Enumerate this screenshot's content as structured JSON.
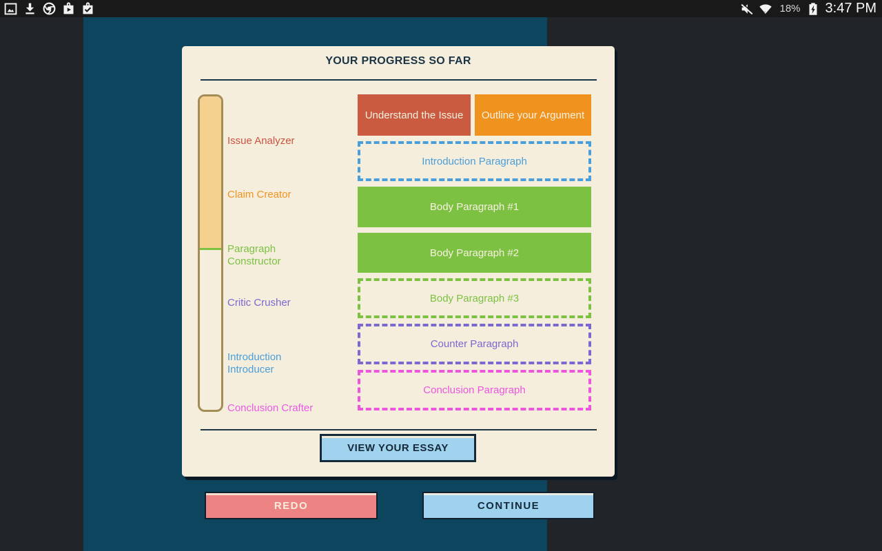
{
  "status_bar": {
    "time": "3:47 PM",
    "battery_percent": "18%",
    "left_icons": [
      "gallery-icon",
      "download-icon",
      "chrome-icon",
      "play-store-icon",
      "checked-bag-icon"
    ],
    "right_icons": [
      "mute-icon",
      "wifi-icon",
      "battery-charging-icon"
    ]
  },
  "progress_card": {
    "title": "YOUR PROGRESS SO FAR",
    "milestones": [
      {
        "label": "Issue Analyzer",
        "color": "#cb5340"
      },
      {
        "label": "Claim Creator",
        "color": "#f0921e"
      },
      {
        "label": "Paragraph Constructor",
        "color": "#7cc142"
      },
      {
        "label": "Critic Crusher",
        "color": "#7b68d0"
      },
      {
        "label": "Introduction Introducer",
        "color": "#4a9ed9"
      },
      {
        "label": "Conclusion Crafter",
        "color": "#ea5ae2"
      }
    ],
    "steps": [
      {
        "label": "Understand the Issue",
        "state": "complete",
        "color": "#cb5b40"
      },
      {
        "label": "Outline your Argument",
        "state": "complete",
        "color": "#f0921e"
      },
      {
        "label": "Introduction Paragraph",
        "state": "incomplete",
        "color": "#4a9ed9"
      },
      {
        "label": "Body Paragraph #1",
        "state": "complete",
        "color": "#7cc142"
      },
      {
        "label": "Body Paragraph #2",
        "state": "complete",
        "color": "#7cc142"
      },
      {
        "label": "Body Paragraph #3",
        "state": "incomplete",
        "color": "#7cc142"
      },
      {
        "label": "Counter Paragraph",
        "state": "incomplete",
        "color": "#7b68d0"
      },
      {
        "label": "Conclusion Paragraph",
        "state": "incomplete",
        "color": "#ee55dd"
      }
    ],
    "view_essay_label": "VIEW YOUR ESSAY"
  },
  "footer": {
    "redo_label": "REDO",
    "continue_label": "CONTINUE"
  },
  "colors": {
    "page_background": "#212529",
    "panel_background": "#0d455f",
    "card_background": "#f5eedd",
    "ink": "#1a3445",
    "bar_border": "#a48c55",
    "bar_fill": "#f4d18f",
    "view_button_bg": "#a2d3ee",
    "redo_button_bg": "#ee8384",
    "continue_button_bg": "#9fd2ef"
  }
}
